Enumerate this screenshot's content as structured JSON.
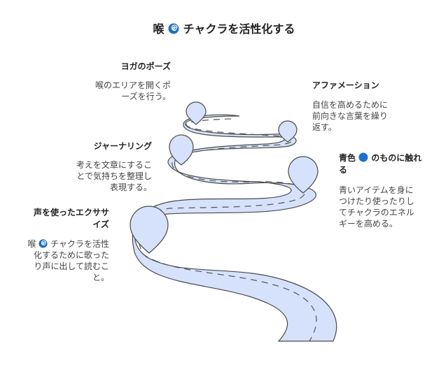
{
  "title": {
    "prefix": "喉",
    "suffix": "チャクラを活性化する",
    "icon": "cyclone-icon"
  },
  "colors": {
    "road_fill": "#d6e2fb",
    "road_stroke": "#4a4a4a",
    "pin_fill": "#d6e2fb",
    "dot": "#1e6fd0"
  },
  "steps": [
    {
      "heading": "ヨガのポーズ",
      "desc": [
        "喉のエリアを開くポ",
        "ーズを行う。"
      ]
    },
    {
      "heading": "アファメーション",
      "desc": [
        "自信を高めるために",
        "前向きな言葉を繰り",
        "返す。"
      ]
    },
    {
      "heading": "ジャーナリング",
      "desc": [
        "考えを文章にするこ",
        "とで気持ちを整理し",
        "表現する。"
      ]
    },
    {
      "heading_prefix": "青色",
      "heading_suffix": "のものに触れ",
      "heading_line2": "る",
      "icon": "blue-circle-icon",
      "desc": [
        "青いアイテムを身に",
        "つけたり使ったりし",
        "てチャクラのエネル",
        "ギーを高める。"
      ]
    },
    {
      "heading_line1": "声を使ったエクササ",
      "heading_line2": "イズ",
      "desc_prefix": "喉",
      "desc_suffix": "チャクラを活性",
      "desc": [
        "化するために歌った",
        "り声に出して読むこ",
        "と。"
      ]
    }
  ]
}
